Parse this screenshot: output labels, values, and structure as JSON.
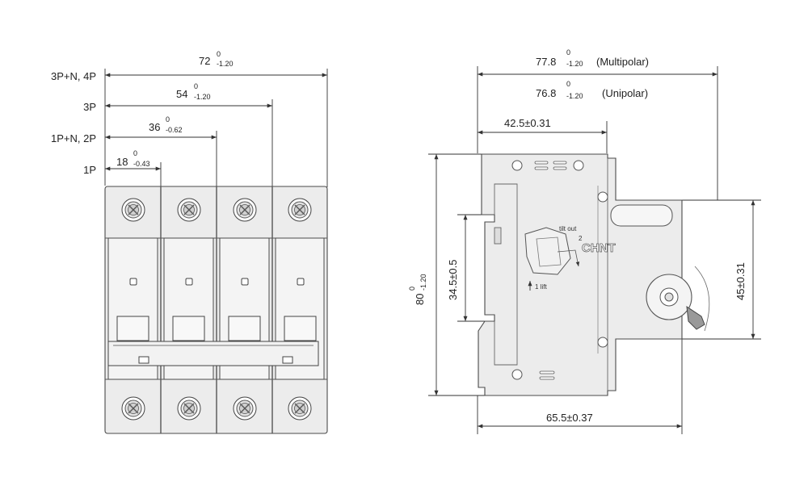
{
  "front_view": {
    "row_labels": [
      "3P+N, 4P",
      "3P",
      "1P+N, 2P",
      "1P"
    ],
    "widths": [
      {
        "main": "72",
        "sup": "0",
        "sub": "-1.20"
      },
      {
        "main": "54",
        "sup": "0",
        "sub": "-1.20"
      },
      {
        "main": "36",
        "sup": "0",
        "sub": "-0.62"
      },
      {
        "main": "18",
        "sup": "0",
        "sub": "-0.43"
      }
    ]
  },
  "side_view": {
    "depth_multipolar": {
      "main": "77.8",
      "sup": "0",
      "sub": "-1.20",
      "note": "(Multipolar)"
    },
    "depth_unipolar": {
      "main": "76.8",
      "sup": "0",
      "sub": "-1.20",
      "note": "(Unipolar)"
    },
    "rail_depth": "42.5±0.31",
    "height": {
      "main": "80",
      "sup": "0",
      "sub": "-1.20"
    },
    "rail_height": "34.5±0.5",
    "front_height": "45±0.31",
    "overall_depth": "65.5±0.37",
    "brand": "CHNT",
    "tilt_text": "tilt out",
    "tilt_step": "2",
    "lift_text": "1 lift"
  }
}
